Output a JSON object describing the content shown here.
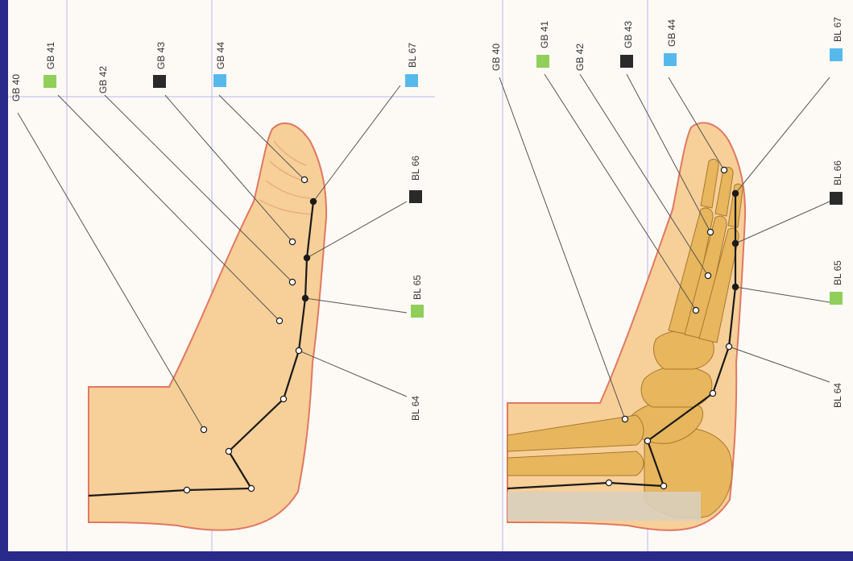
{
  "colors": {
    "frame": "#2a2a8a",
    "page": "#fdfaf6",
    "guide": "#b8b8e8",
    "skin": "#f7cf98",
    "skin_edge": "#e07860",
    "bone": "#e7b65d",
    "meridian": "#1a1a1a",
    "gb41_green": "#8fcf5a",
    "gb43_black": "#2a2a2a",
    "gb44_blue": "#56b9ec",
    "bl67_blue": "#56b9ec",
    "bl66_black": "#2a2a2a",
    "bl65_green": "#8fcf5a"
  },
  "left_panel": {
    "labels": {
      "gb40": "GB 40",
      "gb41": "GB 41",
      "gb42": "GB 42",
      "gb43": "GB 43",
      "gb44": "GB 44",
      "bl67": "BL 67",
      "bl66": "BL 66",
      "bl65": "BL 65",
      "bl64": "BL 64"
    }
  },
  "right_panel": {
    "labels": {
      "gb40": "GB 40",
      "gb41": "GB 41",
      "gb42": "GB 42",
      "gb43": "GB 43",
      "gb44": "GB 44",
      "bl67": "BL 67",
      "bl66": "BL 66",
      "bl65": "BL 65",
      "bl64": "BL 64"
    }
  }
}
